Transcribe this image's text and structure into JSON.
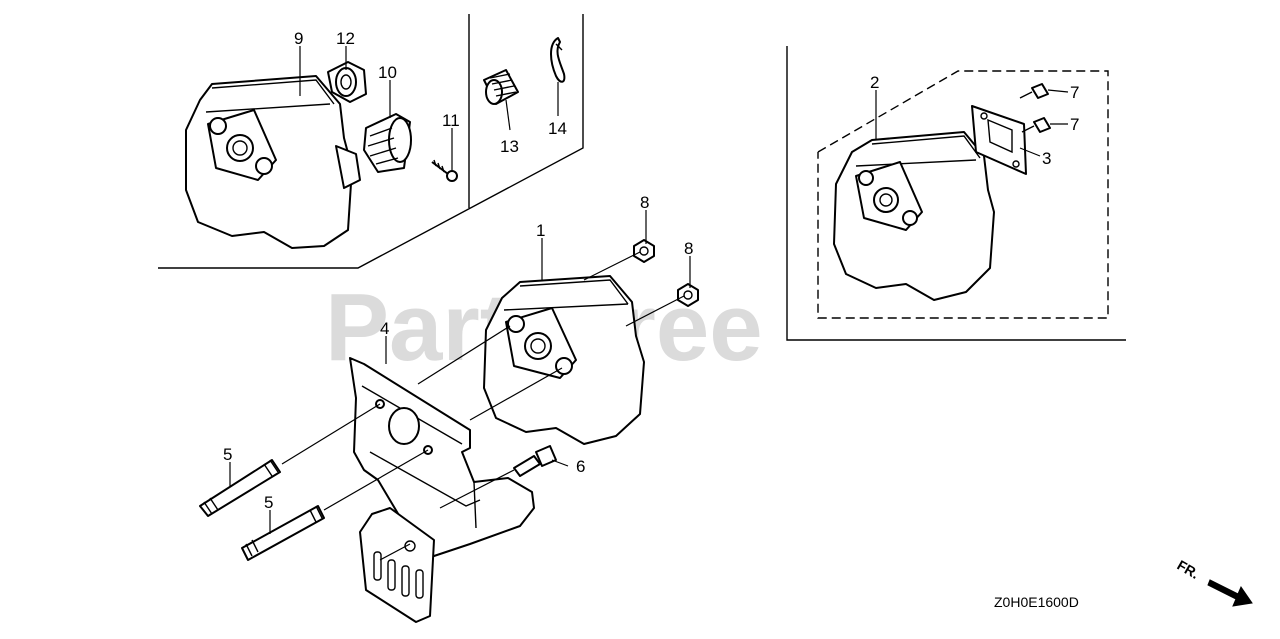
{
  "watermark": {
    "text": "PartsTree",
    "trademark": "TM"
  },
  "diagram_code": "Z0H0E1600D",
  "direction_marker": {
    "label": "FR.",
    "icon": "arrow-right-down-icon"
  },
  "callouts": [
    {
      "id": "c1",
      "number": "1"
    },
    {
      "id": "c2",
      "number": "2"
    },
    {
      "id": "c3",
      "number": "3"
    },
    {
      "id": "c4",
      "number": "4"
    },
    {
      "id": "c5a",
      "number": "5"
    },
    {
      "id": "c5b",
      "number": "5"
    },
    {
      "id": "c6",
      "number": "6"
    },
    {
      "id": "c7a",
      "number": "7"
    },
    {
      "id": "c7b",
      "number": "7"
    },
    {
      "id": "c8a",
      "number": "8"
    },
    {
      "id": "c8b",
      "number": "8"
    },
    {
      "id": "c9",
      "number": "9"
    },
    {
      "id": "c10",
      "number": "10"
    },
    {
      "id": "c11",
      "number": "11"
    },
    {
      "id": "c12",
      "number": "12"
    },
    {
      "id": "c13",
      "number": "13"
    },
    {
      "id": "c14",
      "number": "14"
    }
  ]
}
